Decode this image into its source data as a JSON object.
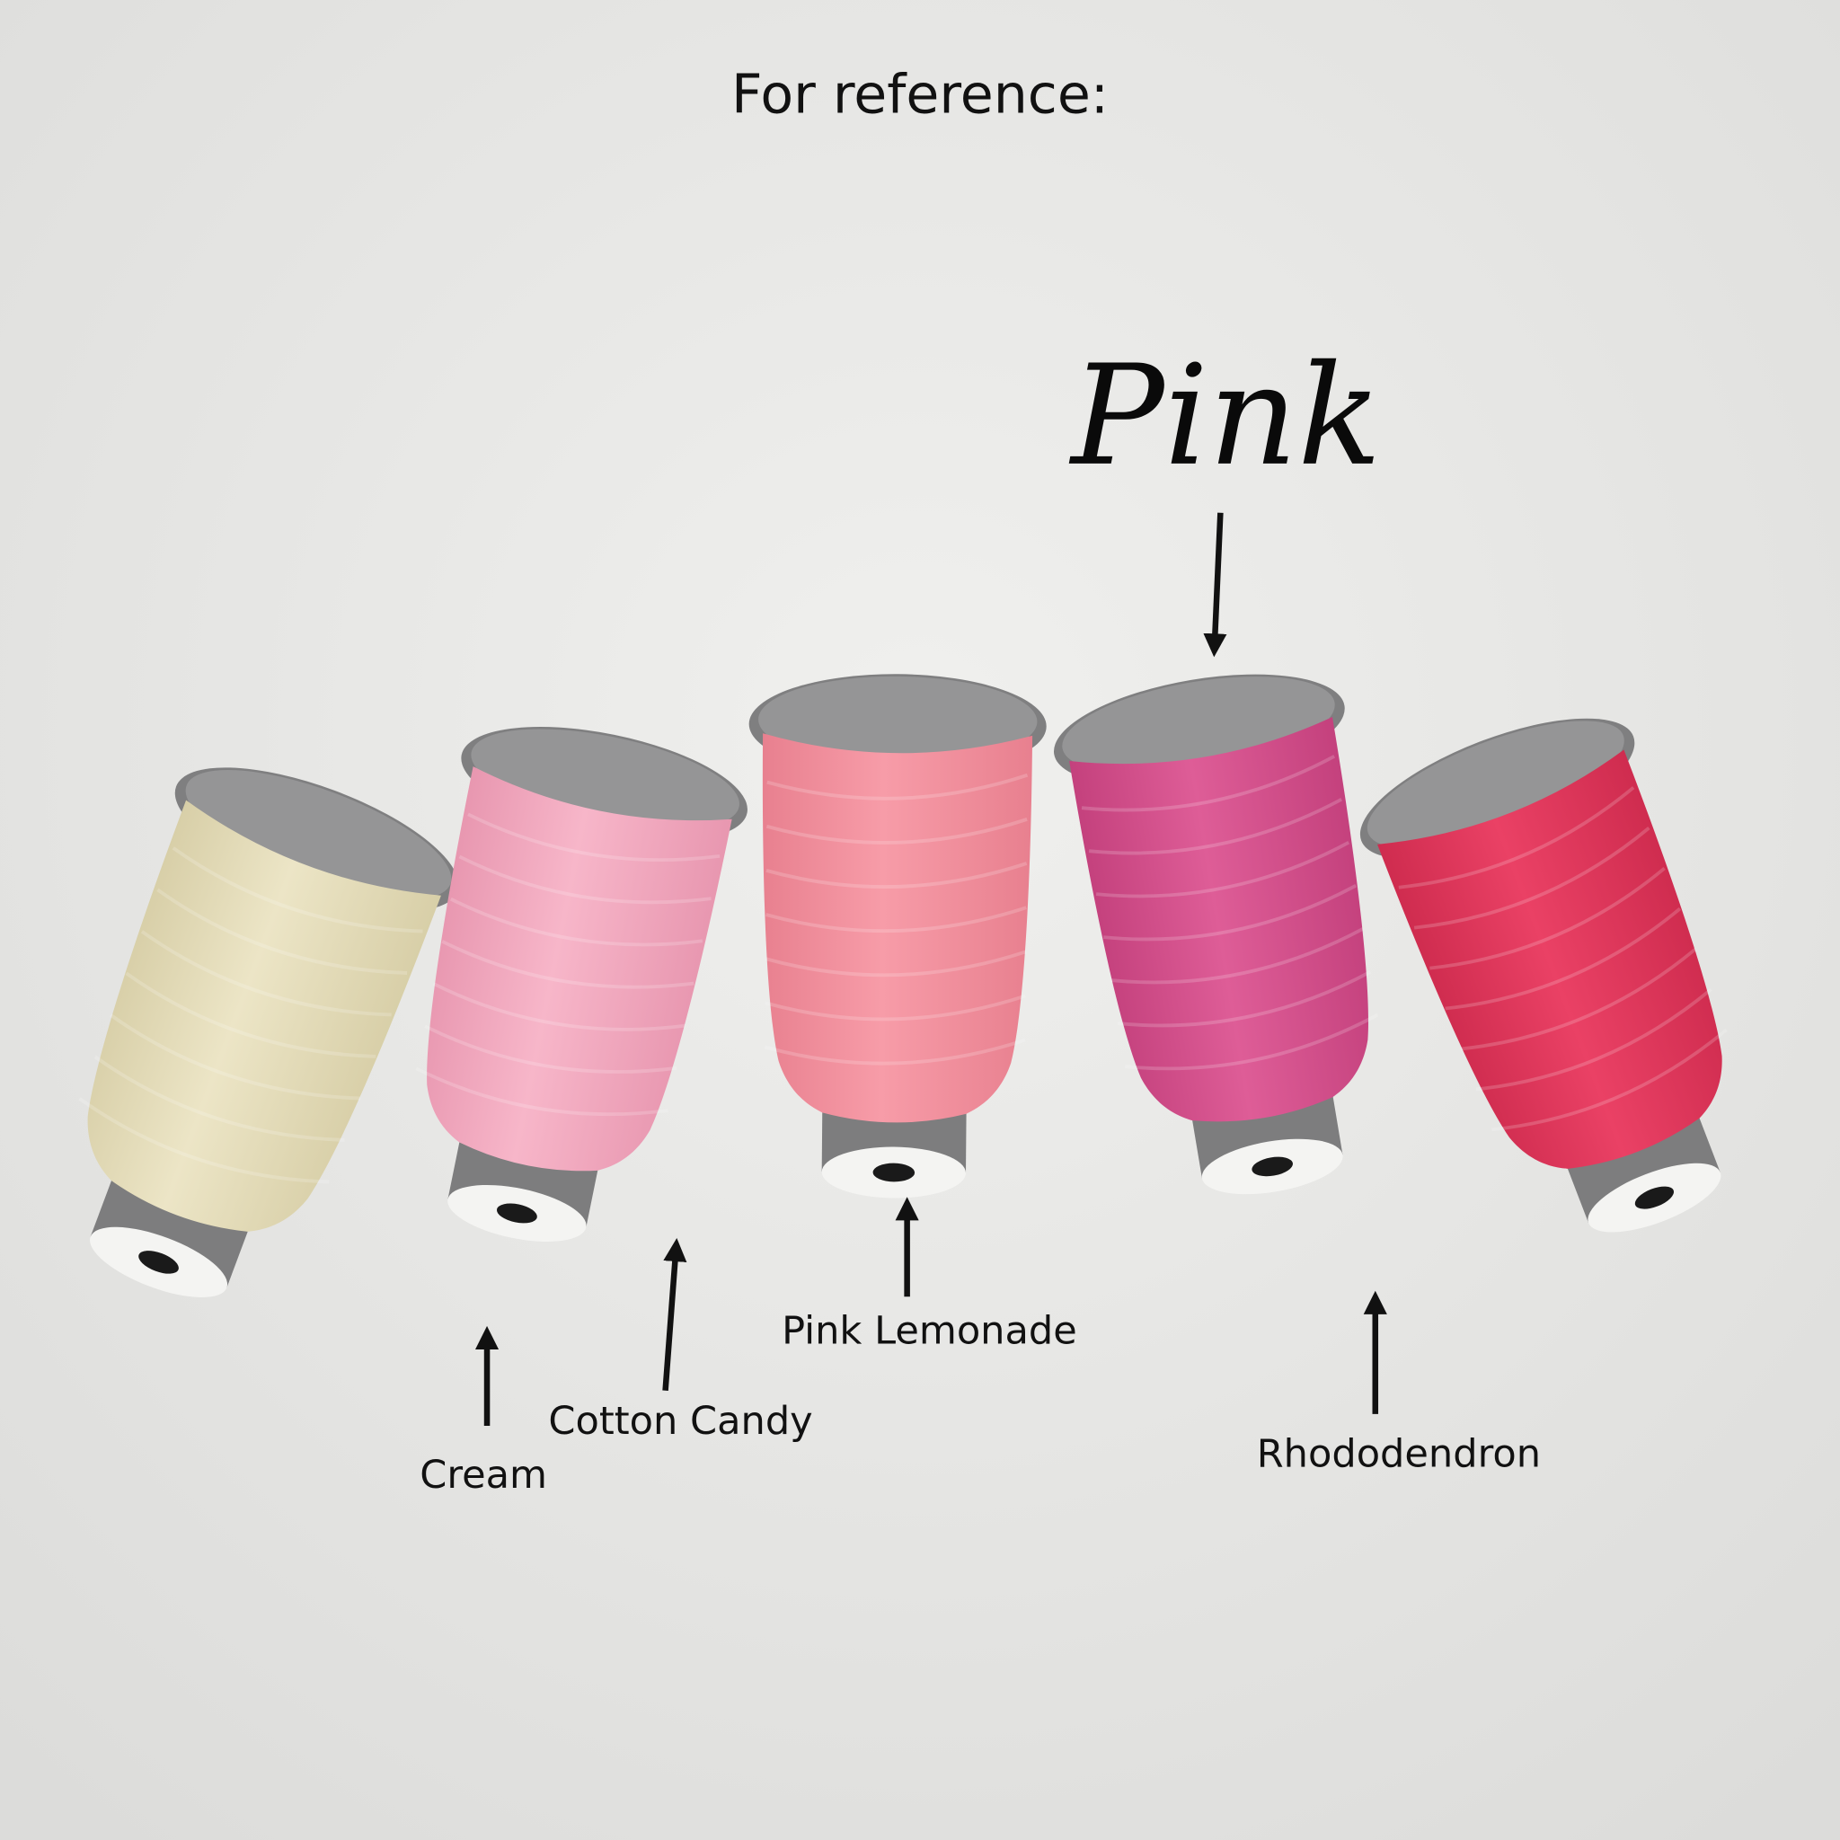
{
  "title": "For reference:",
  "highlight": {
    "label": "Pink"
  },
  "spools": [
    {
      "name": "Cream",
      "color": "#ece5c6",
      "shade": "#d8cfa8"
    },
    {
      "name": "Cotton Candy",
      "color": "#f7b6c9",
      "shade": "#e897b0"
    },
    {
      "name": "Pink Lemonade",
      "color": "#f79ca8",
      "shade": "#e8808f"
    },
    {
      "name": "Pink",
      "color": "#de5d97",
      "shade": "#c4417d"
    },
    {
      "name": "Rhododendron",
      "color": "#ea4165",
      "shade": "#cf2c4f"
    }
  ],
  "labels": {
    "cream": "Cream",
    "cotton_candy": "Cotton Candy",
    "pink_lemonade": "Pink Lemonade",
    "rhododendron": "Rhododendron"
  }
}
